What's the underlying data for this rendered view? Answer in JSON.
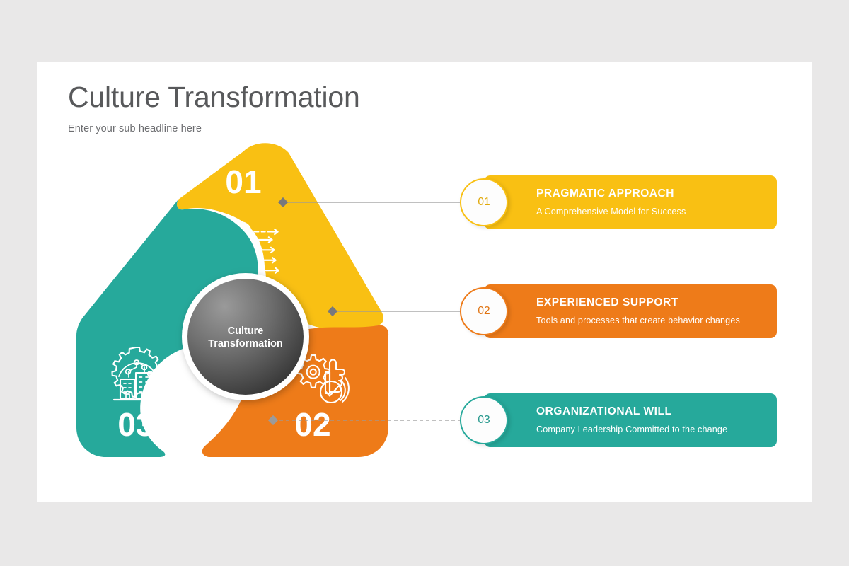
{
  "slide": {
    "title": "Culture Transformation",
    "subtitle": "Enter your sub headline here"
  },
  "center": {
    "line1": "Culture",
    "line2": "Transformation"
  },
  "colors": {
    "yellow": "#F9C013",
    "orange": "#EE7B19",
    "teal": "#26A99B",
    "center_dark": "#3C3C3C",
    "center_light": "#8A8A8A",
    "background": "#E9E8E8",
    "slide": "#FFFFFF",
    "title_text": "#58595B",
    "connector": "#9A9A9A"
  },
  "petals": [
    {
      "number": "01",
      "color": "#F9C013",
      "icon": "idea-strategy-person-icon"
    },
    {
      "number": "02",
      "color": "#EE7B19",
      "icon": "gear-thumbsup-check-icon"
    },
    {
      "number": "03",
      "color": "#26A99B",
      "icon": "gear-buildings-network-icon"
    }
  ],
  "callouts": [
    {
      "badge": "01",
      "title": "PRAGMATIC APPROACH",
      "desc": "A Comprehensive Model for Success",
      "color": "#F9C013",
      "connector_style": "solid"
    },
    {
      "badge": "02",
      "title": "EXPERIENCED  SUPPORT",
      "desc": "Tools and processes  that create  behavior changes",
      "color": "#EE7B19",
      "connector_style": "solid"
    },
    {
      "badge": "03",
      "title": "ORGANIZATIONAL WILL",
      "desc": "Company Leadership Committed to the change",
      "color": "#26A99B",
      "connector_style": "dashed"
    }
  ]
}
